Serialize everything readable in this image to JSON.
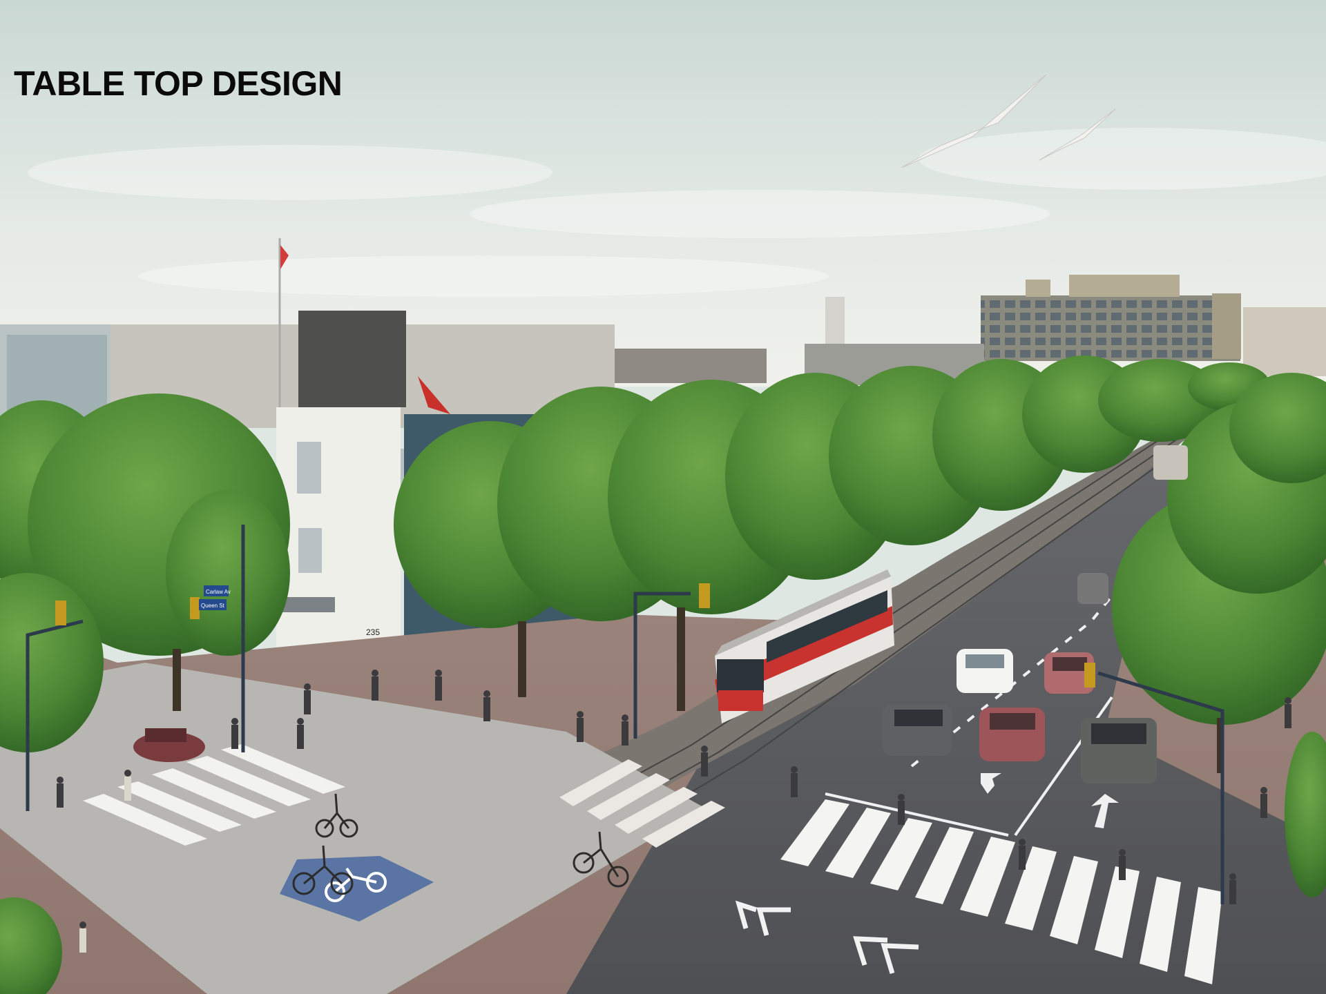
{
  "slide": {
    "title": "TABLE TOP DESIGN"
  },
  "signage": {
    "street_sign_top": "Carlaw Av",
    "street_sign_bottom": "Queen St",
    "building_number": "235"
  },
  "colors": {
    "sky_top": "#cfdcd8",
    "sky_bottom": "#eef0ea",
    "tree_green": "#4e8a34",
    "pavers": "#9a8178",
    "asphalt": "#57585c",
    "streetcar_red": "#c8332f",
    "bike_box_blue": "#5a74a3",
    "text": "#0a0a0a"
  },
  "icons": [
    "bird-icon",
    "bicycle-symbol-icon",
    "turn-arrow-icon",
    "chevron-marking-icon",
    "flag-icon"
  ]
}
